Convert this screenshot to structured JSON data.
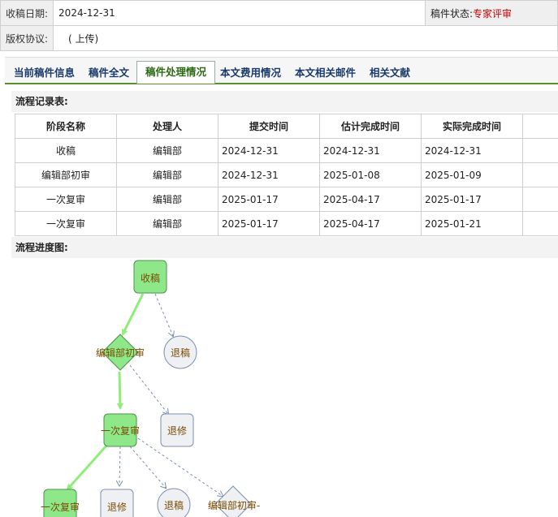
{
  "info": {
    "received_label": "收稿日期:",
    "received_value": "2024-12-31",
    "status_label": "稿件状态:",
    "status_value": "专家评审",
    "copyright_label": "版权协议:",
    "copyright_value": "( 上传)"
  },
  "tabs": [
    {
      "label": "当前稿件信息"
    },
    {
      "label": "稿件全文"
    },
    {
      "label": "稿件处理情况",
      "active": true
    },
    {
      "label": "本文费用情况"
    },
    {
      "label": "本文相关邮件"
    },
    {
      "label": "相关文献"
    }
  ],
  "process_log": {
    "title": "流程记录表:",
    "columns": [
      "阶段名称",
      "处理人",
      "提交时间",
      "估计完成时间",
      "实际完成时间",
      ""
    ],
    "rows": [
      [
        "收稿",
        "编辑部",
        "2024-12-31",
        "2024-12-31",
        "2024-12-31",
        ""
      ],
      [
        "编辑部初审",
        "编辑部",
        "2024-12-31",
        "2025-01-08",
        "2025-01-09",
        ""
      ],
      [
        "一次复审",
        "编辑部",
        "2025-01-17",
        "2025-04-17",
        "2025-01-17",
        ""
      ],
      [
        "一次复审",
        "编辑部",
        "2025-01-17",
        "2025-04-17",
        "2025-01-21",
        ""
      ]
    ]
  },
  "progress_chart": {
    "title": "流程进度图:",
    "nodes": {
      "receive": "收稿",
      "initial_review": "编辑部初审",
      "reject_1": "退稿",
      "re_review_1": "一次复审",
      "revise_1": "退修",
      "re_review_2": "一次复审",
      "revise_2": "退修",
      "reject_2": "退稿",
      "initial_review_2": "编辑部初审-"
    },
    "colors": {
      "done_fill": "#8ee88a",
      "done_stroke": "#4d8f4f",
      "pending_fill": "#eef0f4",
      "pending_stroke": "#7b8fad",
      "main_edge": "#8fee78",
      "branch_edge": "#7b8fad",
      "label": "#7a4b00"
    }
  }
}
